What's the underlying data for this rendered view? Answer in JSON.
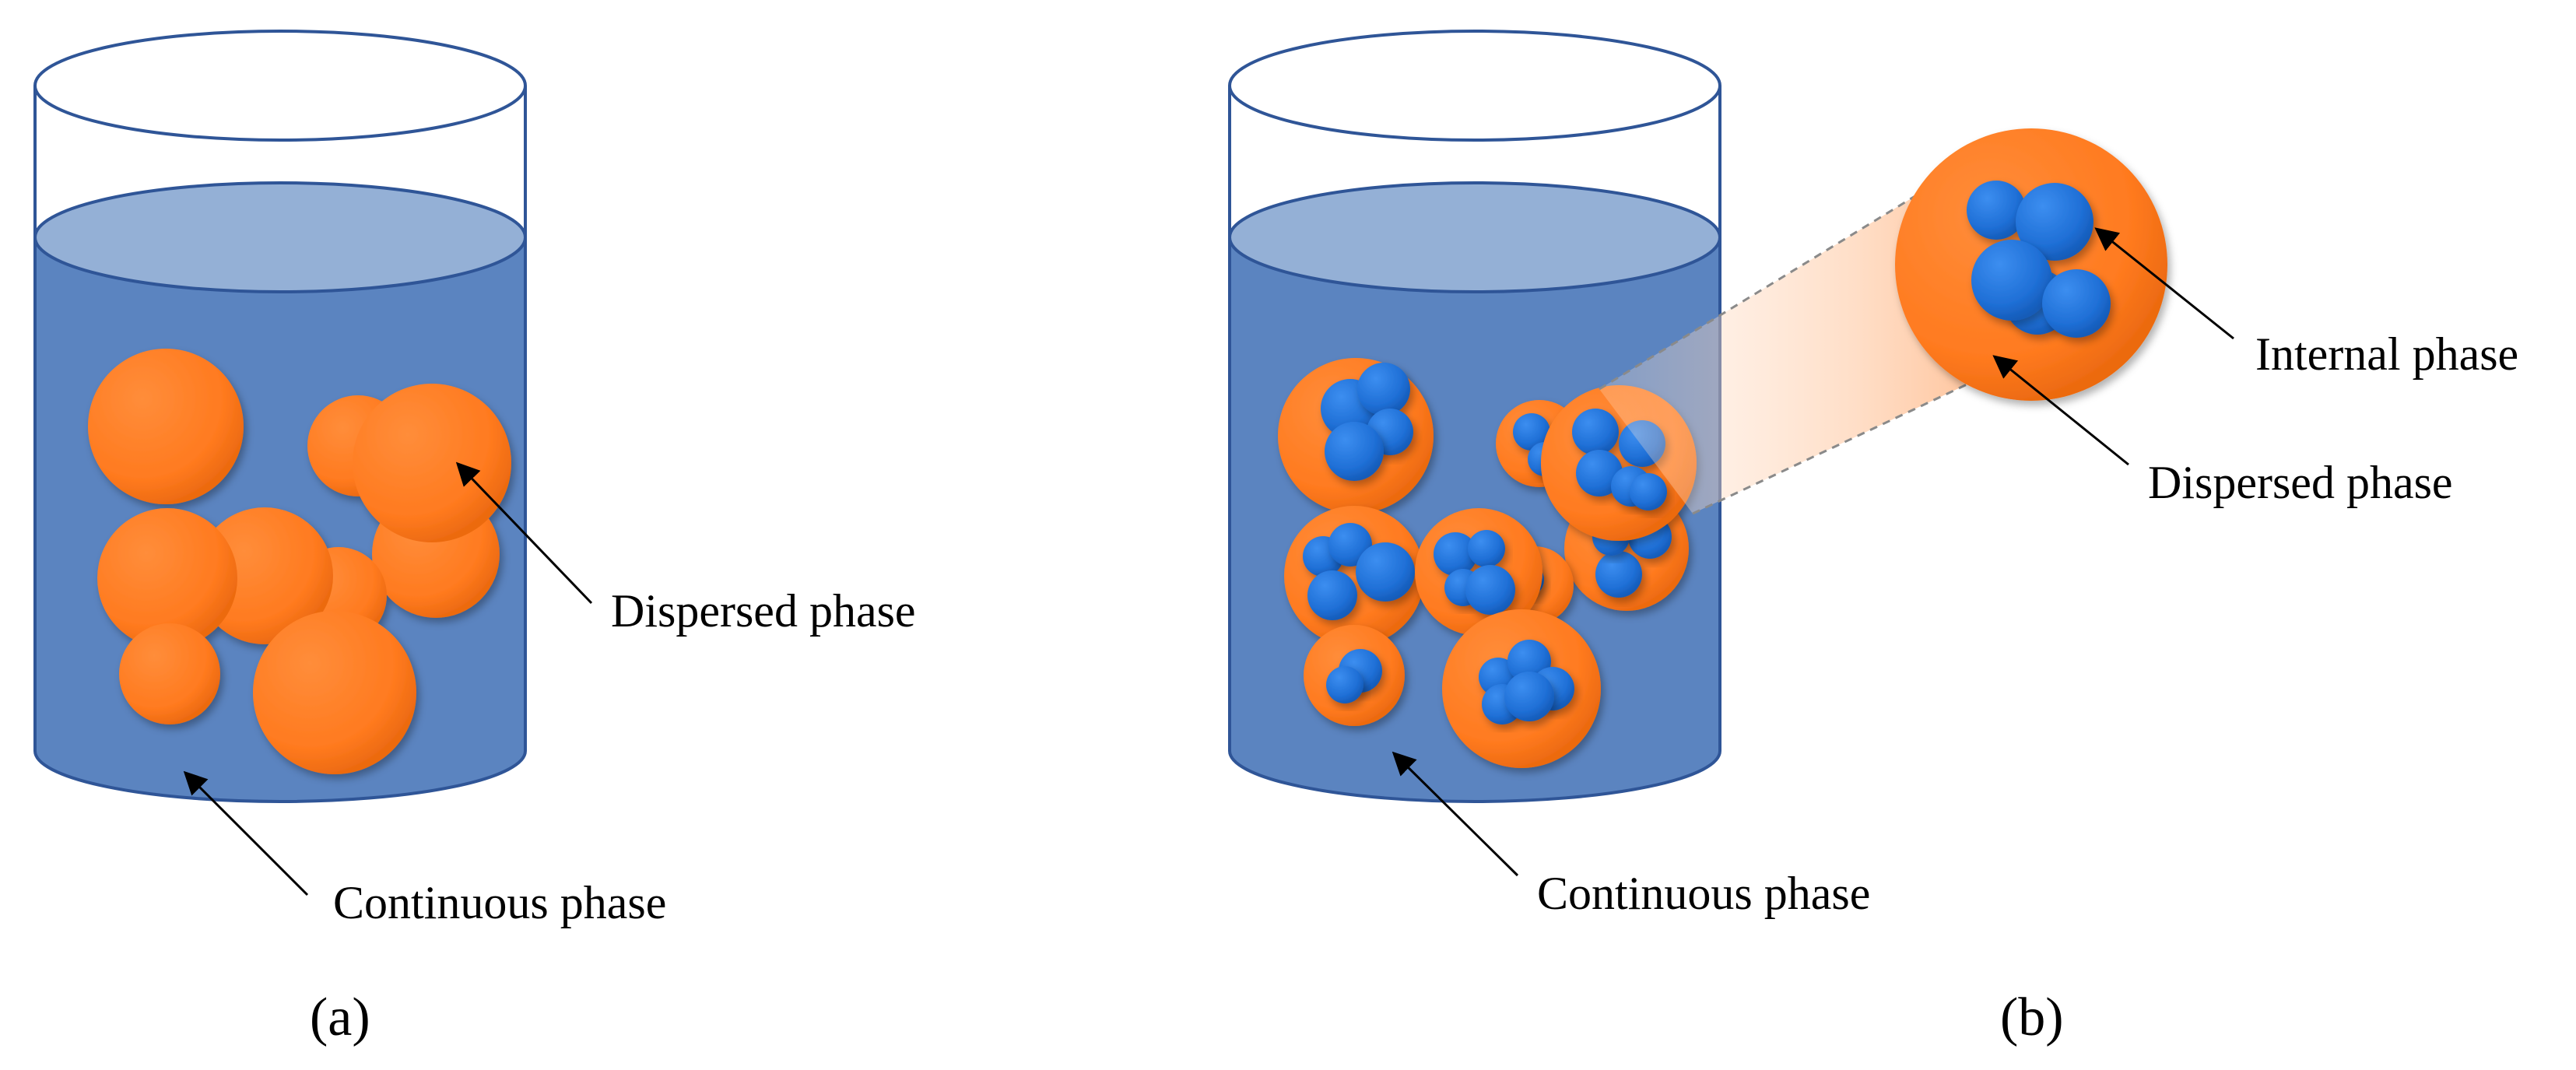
{
  "panels": {
    "a": {
      "letter": "(a)",
      "dispersed_label": "Dispersed phase",
      "continuous_label": "Continuous phase"
    },
    "b": {
      "letter": "(b)",
      "dispersed_label": "Dispersed phase",
      "continuous_label": "Continuous phase",
      "internal_label": "Internal phase"
    }
  },
  "colors": {
    "continuous_phase": "#5b84c0",
    "liquid_surface": "#94b0d6",
    "beaker_outline": "#2f5597",
    "dispersed_phase": "#ff7a1f",
    "internal_phase": "#1f6fd6"
  }
}
